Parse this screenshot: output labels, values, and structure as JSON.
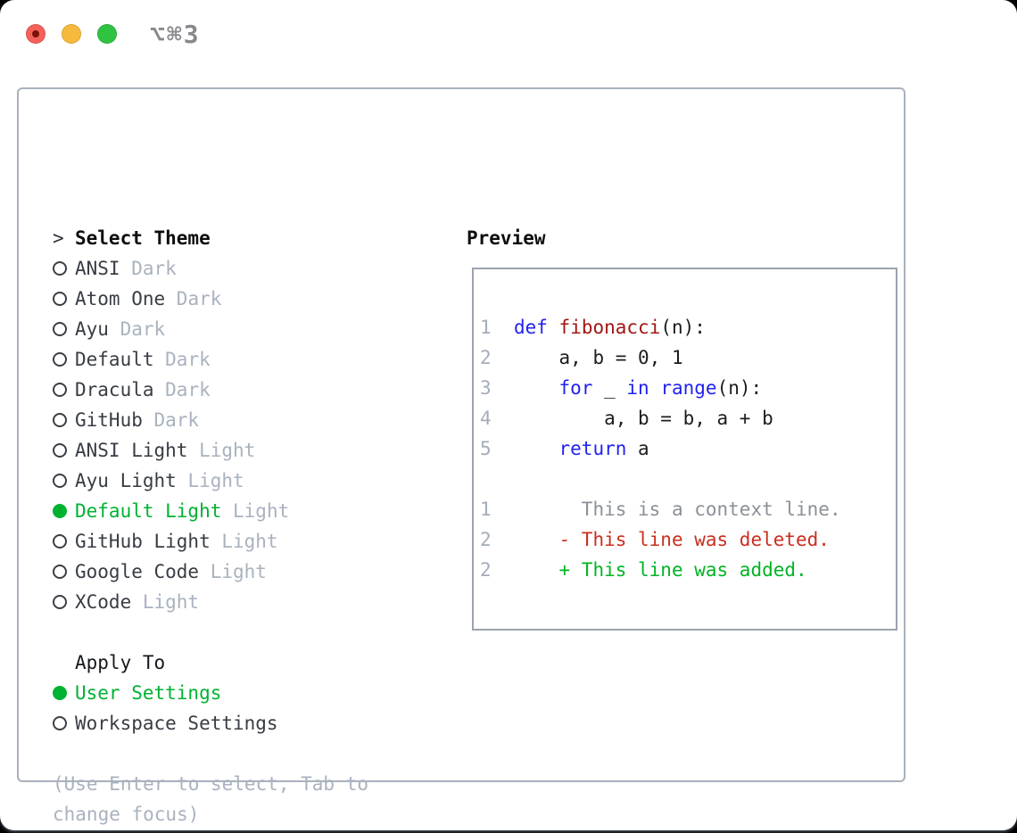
{
  "window": {
    "title": "⌥⌘3"
  },
  "titlebar": {
    "close_label": "close",
    "minimize_label": "minimize",
    "zoom_label": "zoom"
  },
  "theme_list": {
    "header_prompt": ">",
    "header_label": "Select Theme",
    "items": [
      {
        "name": "ANSI",
        "variant": "Dark",
        "selected": false
      },
      {
        "name": "Atom One",
        "variant": "Dark",
        "selected": false
      },
      {
        "name": "Ayu",
        "variant": "Dark",
        "selected": false
      },
      {
        "name": "Default",
        "variant": "Dark",
        "selected": false
      },
      {
        "name": "Dracula",
        "variant": "Dark",
        "selected": false
      },
      {
        "name": "GitHub",
        "variant": "Dark",
        "selected": false
      },
      {
        "name": "ANSI Light",
        "variant": "Light",
        "selected": false
      },
      {
        "name": "Ayu Light",
        "variant": "Light",
        "selected": false
      },
      {
        "name": "Default Light",
        "variant": "Light",
        "selected": true
      },
      {
        "name": "GitHub Light",
        "variant": "Light",
        "selected": false
      },
      {
        "name": "Google Code",
        "variant": "Light",
        "selected": false
      },
      {
        "name": "XCode",
        "variant": "Light",
        "selected": false
      }
    ]
  },
  "apply_to": {
    "header": "Apply To",
    "items": [
      {
        "name": "User Settings",
        "selected": true
      },
      {
        "name": "Workspace Settings",
        "selected": false
      }
    ]
  },
  "hint": {
    "lines": {
      "0": "(Use Enter to select, Tab to",
      "1": "change focus)"
    }
  },
  "preview": {
    "label": "Preview",
    "lines": [
      {
        "num": "1",
        "tokens": [
          [
            "plain",
            "  "
          ],
          [
            "kw",
            "def"
          ],
          [
            "plain",
            " "
          ],
          [
            "fn",
            "fibonacci"
          ],
          [
            "plain",
            "(n):"
          ]
        ]
      },
      {
        "num": "2",
        "tokens": [
          [
            "plain",
            "      a, b = 0, 1"
          ]
        ]
      },
      {
        "num": "3",
        "tokens": [
          [
            "plain",
            "      "
          ],
          [
            "kw",
            "for"
          ],
          [
            "plain",
            " _ "
          ],
          [
            "kw",
            "in"
          ],
          [
            "plain",
            " "
          ],
          [
            "kw",
            "range"
          ],
          [
            "plain",
            "(n):"
          ]
        ]
      },
      {
        "num": "4",
        "tokens": [
          [
            "plain",
            "          a, b = b, a + b"
          ]
        ]
      },
      {
        "num": "5",
        "tokens": [
          [
            "plain",
            "      "
          ],
          [
            "kw",
            "return"
          ],
          [
            "plain",
            " a"
          ]
        ]
      },
      {
        "num": "",
        "tokens": []
      },
      {
        "num": "1",
        "tokens": [
          [
            "ctx",
            "        This is a context line."
          ]
        ]
      },
      {
        "num": "2",
        "tokens": [
          [
            "del",
            "      - This line was deleted."
          ]
        ]
      },
      {
        "num": "2",
        "tokens": [
          [
            "add",
            "      + This line was added."
          ]
        ]
      }
    ]
  },
  "colors": {
    "accent_green": "#00b232",
    "keyword_blue": "#2222ee",
    "function_red": "#a31515",
    "diff_deleted_red": "#c92f1f",
    "diff_added_green": "#00b424",
    "muted_gray": "#a9b2bf",
    "line_number_gray": "#a4adb9",
    "context_gray": "#8b9198",
    "text_dark": "#383d44",
    "panel_border": "#a9b1bd",
    "preview_border": "#9ba3af",
    "title_gray": "#87898d",
    "traffic_red": "#f4605a",
    "traffic_yellow": "#f8ba3d",
    "traffic_green": "#30c341"
  }
}
